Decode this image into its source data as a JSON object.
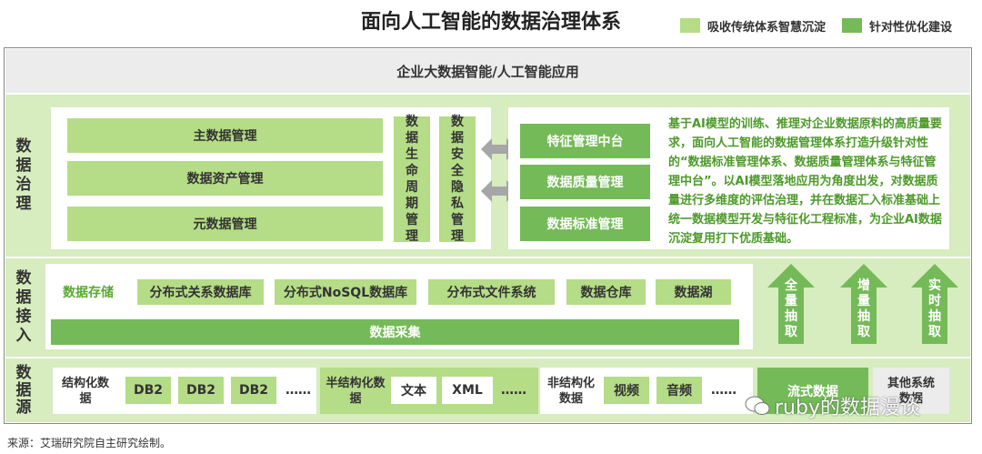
{
  "title": "面向人工智能的数据治理体系",
  "legend": [
    {
      "label": "吸收传统体系智慧沉淀",
      "color": "#b5dc86"
    },
    {
      "label": "针对性优化建设",
      "color": "#74ba58"
    }
  ],
  "top_bar": "企业大数据智能/人工智能应用",
  "governance": {
    "label": "数据治理",
    "left_items": [
      "主数据管理",
      "数据资产管理",
      "元数据管理"
    ],
    "vertical_items": [
      "数据生命周期管理",
      "数据安全隐私管理"
    ],
    "right_items": [
      "特征管理中台",
      "数据质量管理",
      "数据标准管理"
    ],
    "description": "基于AI模型的训练、推理对企业数据原料的高质量要求，面向人工智能的数据管理体系打造升级针对性的“数据标准管理体系、数据质量管理体系与特征管理中台”。以AI模型落地应用为角度出发，对数据质量进行多维度的评估治理，并在数据汇入标准基础上统一数据模型开发与特征化工程标准，为企业AI数据沉淀复用打下优质基础。"
  },
  "access": {
    "label": "数据接入",
    "storage_label": "数据存储",
    "storage_items": [
      "分布式关系数据库",
      "分布式NoSQL数据库",
      "分布式文件系统",
      "数据仓库",
      "数据湖"
    ],
    "collection": "数据采集",
    "extract_items": [
      "全量抽取",
      "增量抽取",
      "实时抽取"
    ]
  },
  "source": {
    "label": "数据源",
    "structured": {
      "label": "结构化数据",
      "items": [
        "DB2",
        "DB2",
        "DB2"
      ],
      "more": "……"
    },
    "semi": {
      "label": "半结构化数据",
      "items": [
        "文本",
        "XML"
      ],
      "more": "……"
    },
    "unstructured": {
      "label": "非结构化数据",
      "items": [
        "视频",
        "音频"
      ],
      "more": "……"
    },
    "stream": "流式数据",
    "other": "其他系统数据"
  },
  "watermark": "ruby的数据漫谈",
  "source_note": "来源：艾瑞研究院自主研究绘制。"
}
